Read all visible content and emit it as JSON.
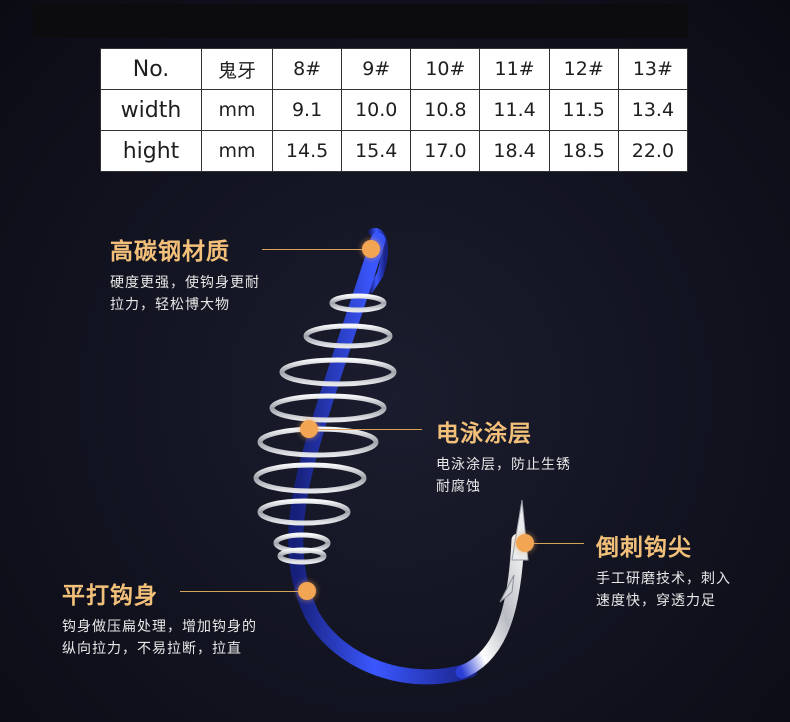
{
  "table": {
    "header": [
      "No.",
      "鬼牙",
      "8#",
      "9#",
      "10#",
      "11#",
      "12#",
      "13#"
    ],
    "rows": [
      [
        "width",
        "mm",
        "9.1",
        "10.0",
        "10.8",
        "11.4",
        "11.5",
        "13.4"
      ],
      [
        "hight",
        "mm",
        "14.5",
        "15.4",
        "17.0",
        "18.4",
        "18.5",
        "22.0"
      ]
    ]
  },
  "callouts": {
    "steel": {
      "title": "高碳钢材质",
      "desc": [
        "硬度更强，使钩身更耐",
        "拉力，轻松博大物"
      ]
    },
    "coating": {
      "title": "电泳涂层",
      "desc": [
        "电泳涂层，防止生锈",
        "耐腐蚀"
      ]
    },
    "barb": {
      "title": "倒刺钩尖",
      "desc": [
        "手工研磨技术，刺入",
        "速度快，穿透力足"
      ]
    },
    "flat": {
      "title": "平打钩身",
      "desc": [
        "钩身做压扁处理，增加钩身的",
        "纵向拉力，不易拉断，拉直"
      ]
    }
  },
  "colors": {
    "accent_title": "#f3c07a",
    "dot": "#f2a654",
    "hook_blue": "#2b3fd6",
    "spring_silver": "#cfd3d8"
  }
}
